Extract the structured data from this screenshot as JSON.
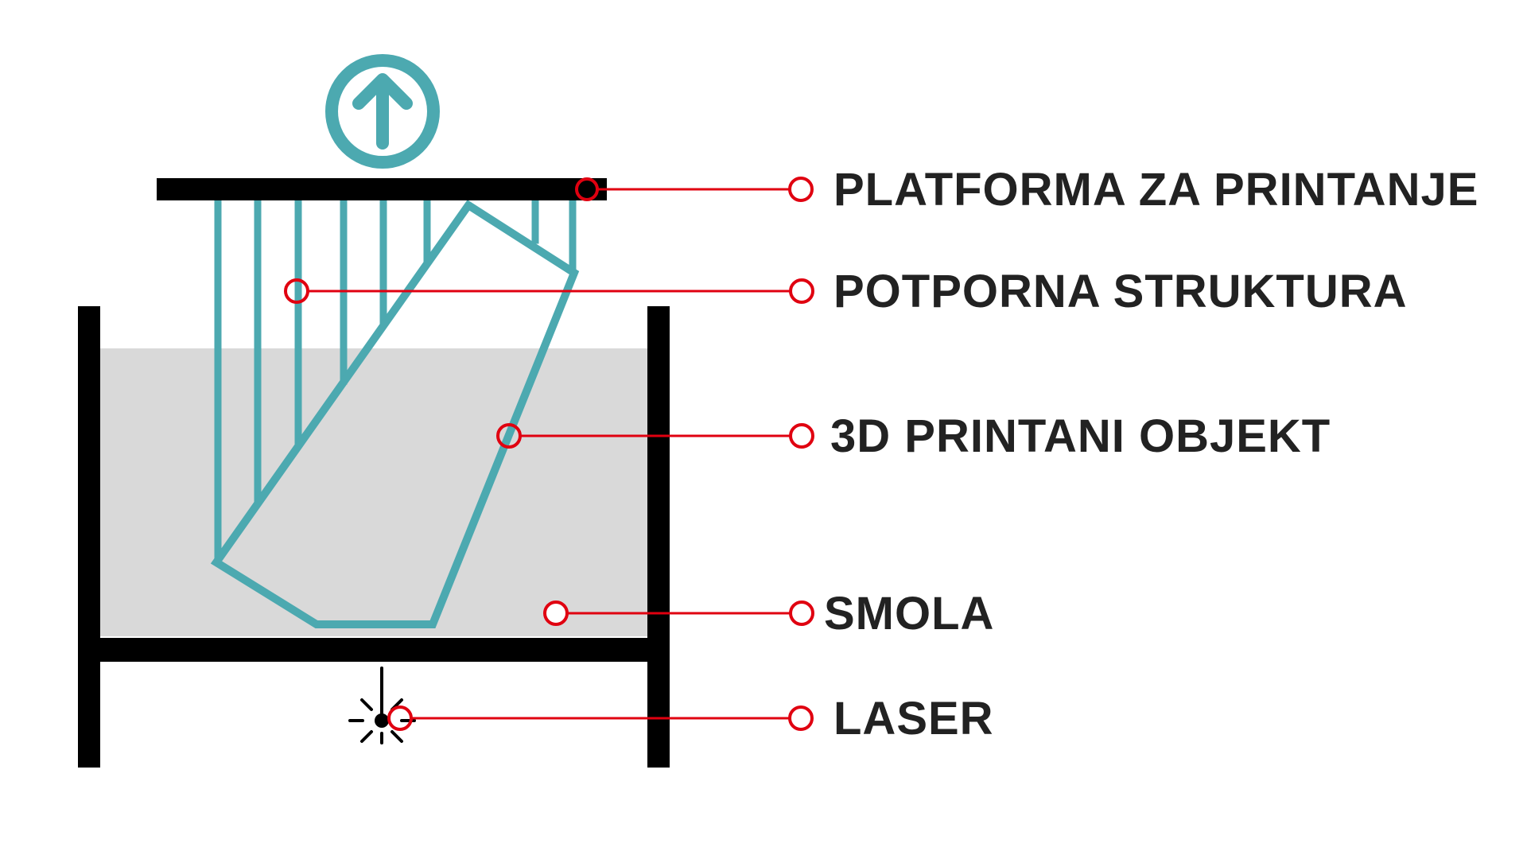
{
  "colors": {
    "background": "#ffffff",
    "frame": "#000000",
    "resin": "#d9d9d9",
    "object": "#4ca9b0",
    "leader": "#e00010",
    "text": "#222222"
  },
  "icons": {
    "direction": "arrow-up-circle-icon",
    "laser": "laser-burst-icon"
  },
  "labels": [
    {
      "id": "platform",
      "text": "PLATFORMA ZA PRINTANJE"
    },
    {
      "id": "support",
      "text": "POTPORNA STRUKTURA"
    },
    {
      "id": "object",
      "text": "3D PRINTANI OBJEKT"
    },
    {
      "id": "resin",
      "text": "SMOLA"
    },
    {
      "id": "laser",
      "text": "LASER"
    }
  ]
}
